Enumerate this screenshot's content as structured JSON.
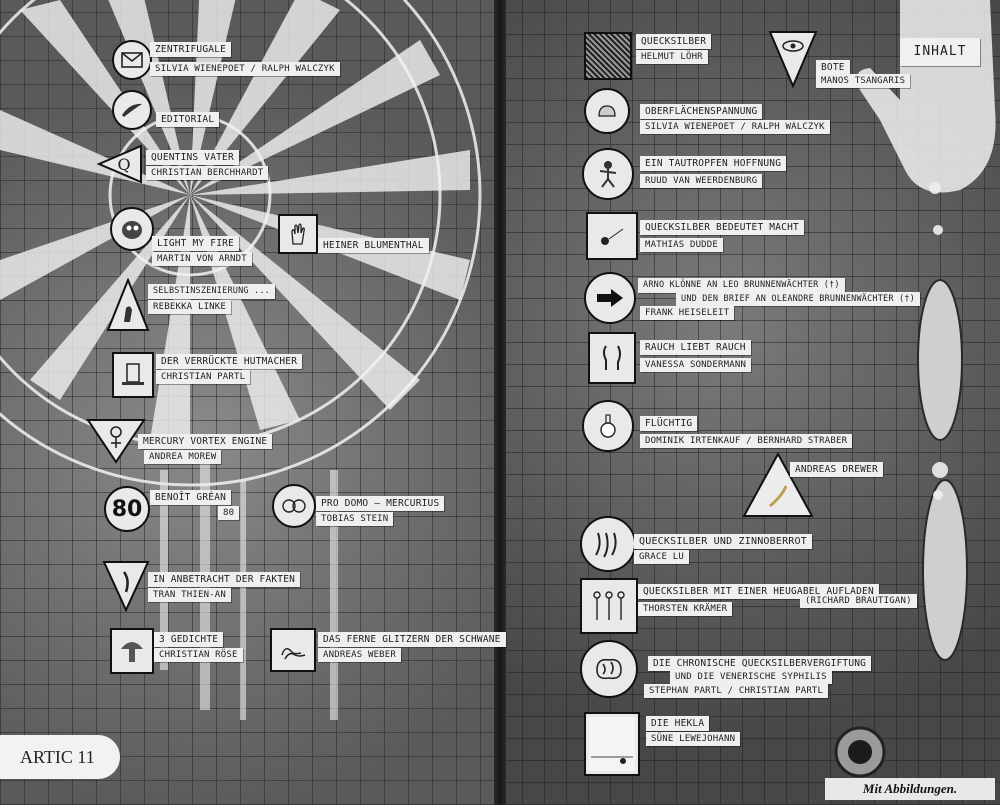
{
  "header": {
    "title": "INHALT"
  },
  "footer": {
    "issue": "ARTIC 11",
    "note": "Mit Abbildungen."
  },
  "left_entries": [
    {
      "title": "ZENTRIFUGALE",
      "author": "SILVIA WIENEPOET / RALPH WALCZYK",
      "icon": "envelope-icon"
    },
    {
      "title": "EDITORIAL",
      "author": "",
      "icon": "quill-icon"
    },
    {
      "title": "QUENTINS VATER",
      "author": "CHRISTIAN BERCHHARDT",
      "icon": "letter-q-icon"
    },
    {
      "title": "LIGHT MY FIRE",
      "author": "MARTIN VON ARNDT",
      "icon": "creature-icon"
    },
    {
      "title": "HEINER BLUMENTHAL",
      "author": "",
      "icon": "hand-icon"
    },
    {
      "title": "SELBSTINSZENIERUNG ...",
      "author": "REBEKKA LINKE",
      "icon": "figure-icon"
    },
    {
      "title": "DER VERRÜCKTE HUTMACHER",
      "author": "CHRISTIAN PARTL",
      "icon": "top-hat-icon"
    },
    {
      "title": "MERCURY VORTEX ENGINE",
      "author": "ANDREA MOREW",
      "icon": "mercury-symbol-icon"
    },
    {
      "title": "BENOÎT GRÉAN",
      "author": "80",
      "icon": "number-80-icon"
    },
    {
      "title": "PRO DOMO – MERCURIUS",
      "author": "TOBIAS STEIN",
      "icon": "faces-icon"
    },
    {
      "title": "IN ANBETRACHT DER FAKTEN",
      "author": "TRAN THIEN-AN",
      "icon": "feather-icon"
    },
    {
      "title": "3 GEDICHTE",
      "author": "CHRISTIAN RÖSE",
      "icon": "mushroom-icon"
    },
    {
      "title": "DAS FERNE GLITZERN DER SCHWANE",
      "author": "ANDREAS WEBER",
      "icon": "swans-icon"
    }
  ],
  "right_entries": [
    {
      "title": "QUECKSILBER",
      "author": "HELMUT LÖHR",
      "icon": "noise-texture-icon"
    },
    {
      "title": "BOTE",
      "author": "MANOS TSANGARIS",
      "icon": "eye-icon"
    },
    {
      "title": "OBERFLÄCHENSPANNUNG",
      "author": "SILVIA WIENEPOET / RALPH WALCZYK",
      "icon": "droplet-icon"
    },
    {
      "title": "EIN TAUTROPFEN HOFFNUNG",
      "author": "RUUD VAN WEERDENBURG",
      "icon": "dancer-icon"
    },
    {
      "title": "QUECKSILBER BEDEUTET MACHT",
      "author": "MATHIAS DUDDE",
      "icon": "dot-icon"
    },
    {
      "title": "ARNO KLÖNNE AN LEO BRUNNENWÄCHTER (†)",
      "subtitle": "UND DEN BRIEF AN OLEANDRE BRUNNENWÄCHTER (†)",
      "author": "FRANK HEISELEIT",
      "icon": "arrow-icon"
    },
    {
      "title": "RAUCH LIEBT RAUCH",
      "author": "VANESSA SONDERMANN",
      "icon": "figures-icon"
    },
    {
      "title": "FLÜCHTIG",
      "author": "DOMINIK IRTENKAUF / BERNHARD STRABER",
      "icon": "flask-icon"
    },
    {
      "title": "ANDREAS DREWER",
      "author": "",
      "icon": "triangle-icon"
    },
    {
      "title": "QUECKSILBER UND ZINNOBERROT",
      "author": "GRACE LU",
      "icon": "tentacles-icon"
    },
    {
      "title": "QUECKSILBER MIT EINER HEUGABEL AUFLADEN",
      "author": "THORSTEN KRÄMER",
      "aside": "(RICHARD BRAUTIGAN)",
      "icon": "people-icon"
    },
    {
      "title": "DIE CHRONISCHE QUECKSILBERVERGIFTUNG",
      "subtitle": "UND DIE VENERISCHE SYPHILIS",
      "author": "STEPHAN PARTL / CHRISTIAN PARTL",
      "icon": "brain-icon"
    },
    {
      "title": "DIE HEKLA",
      "author": "SÜNE LEWEJOHANN",
      "icon": "landscape-icon"
    }
  ],
  "colors": {
    "paper": "#efefef",
    "ink": "#1e1e1e",
    "page_left": "#6f6f6f",
    "page_right": "#5d5d5d"
  }
}
